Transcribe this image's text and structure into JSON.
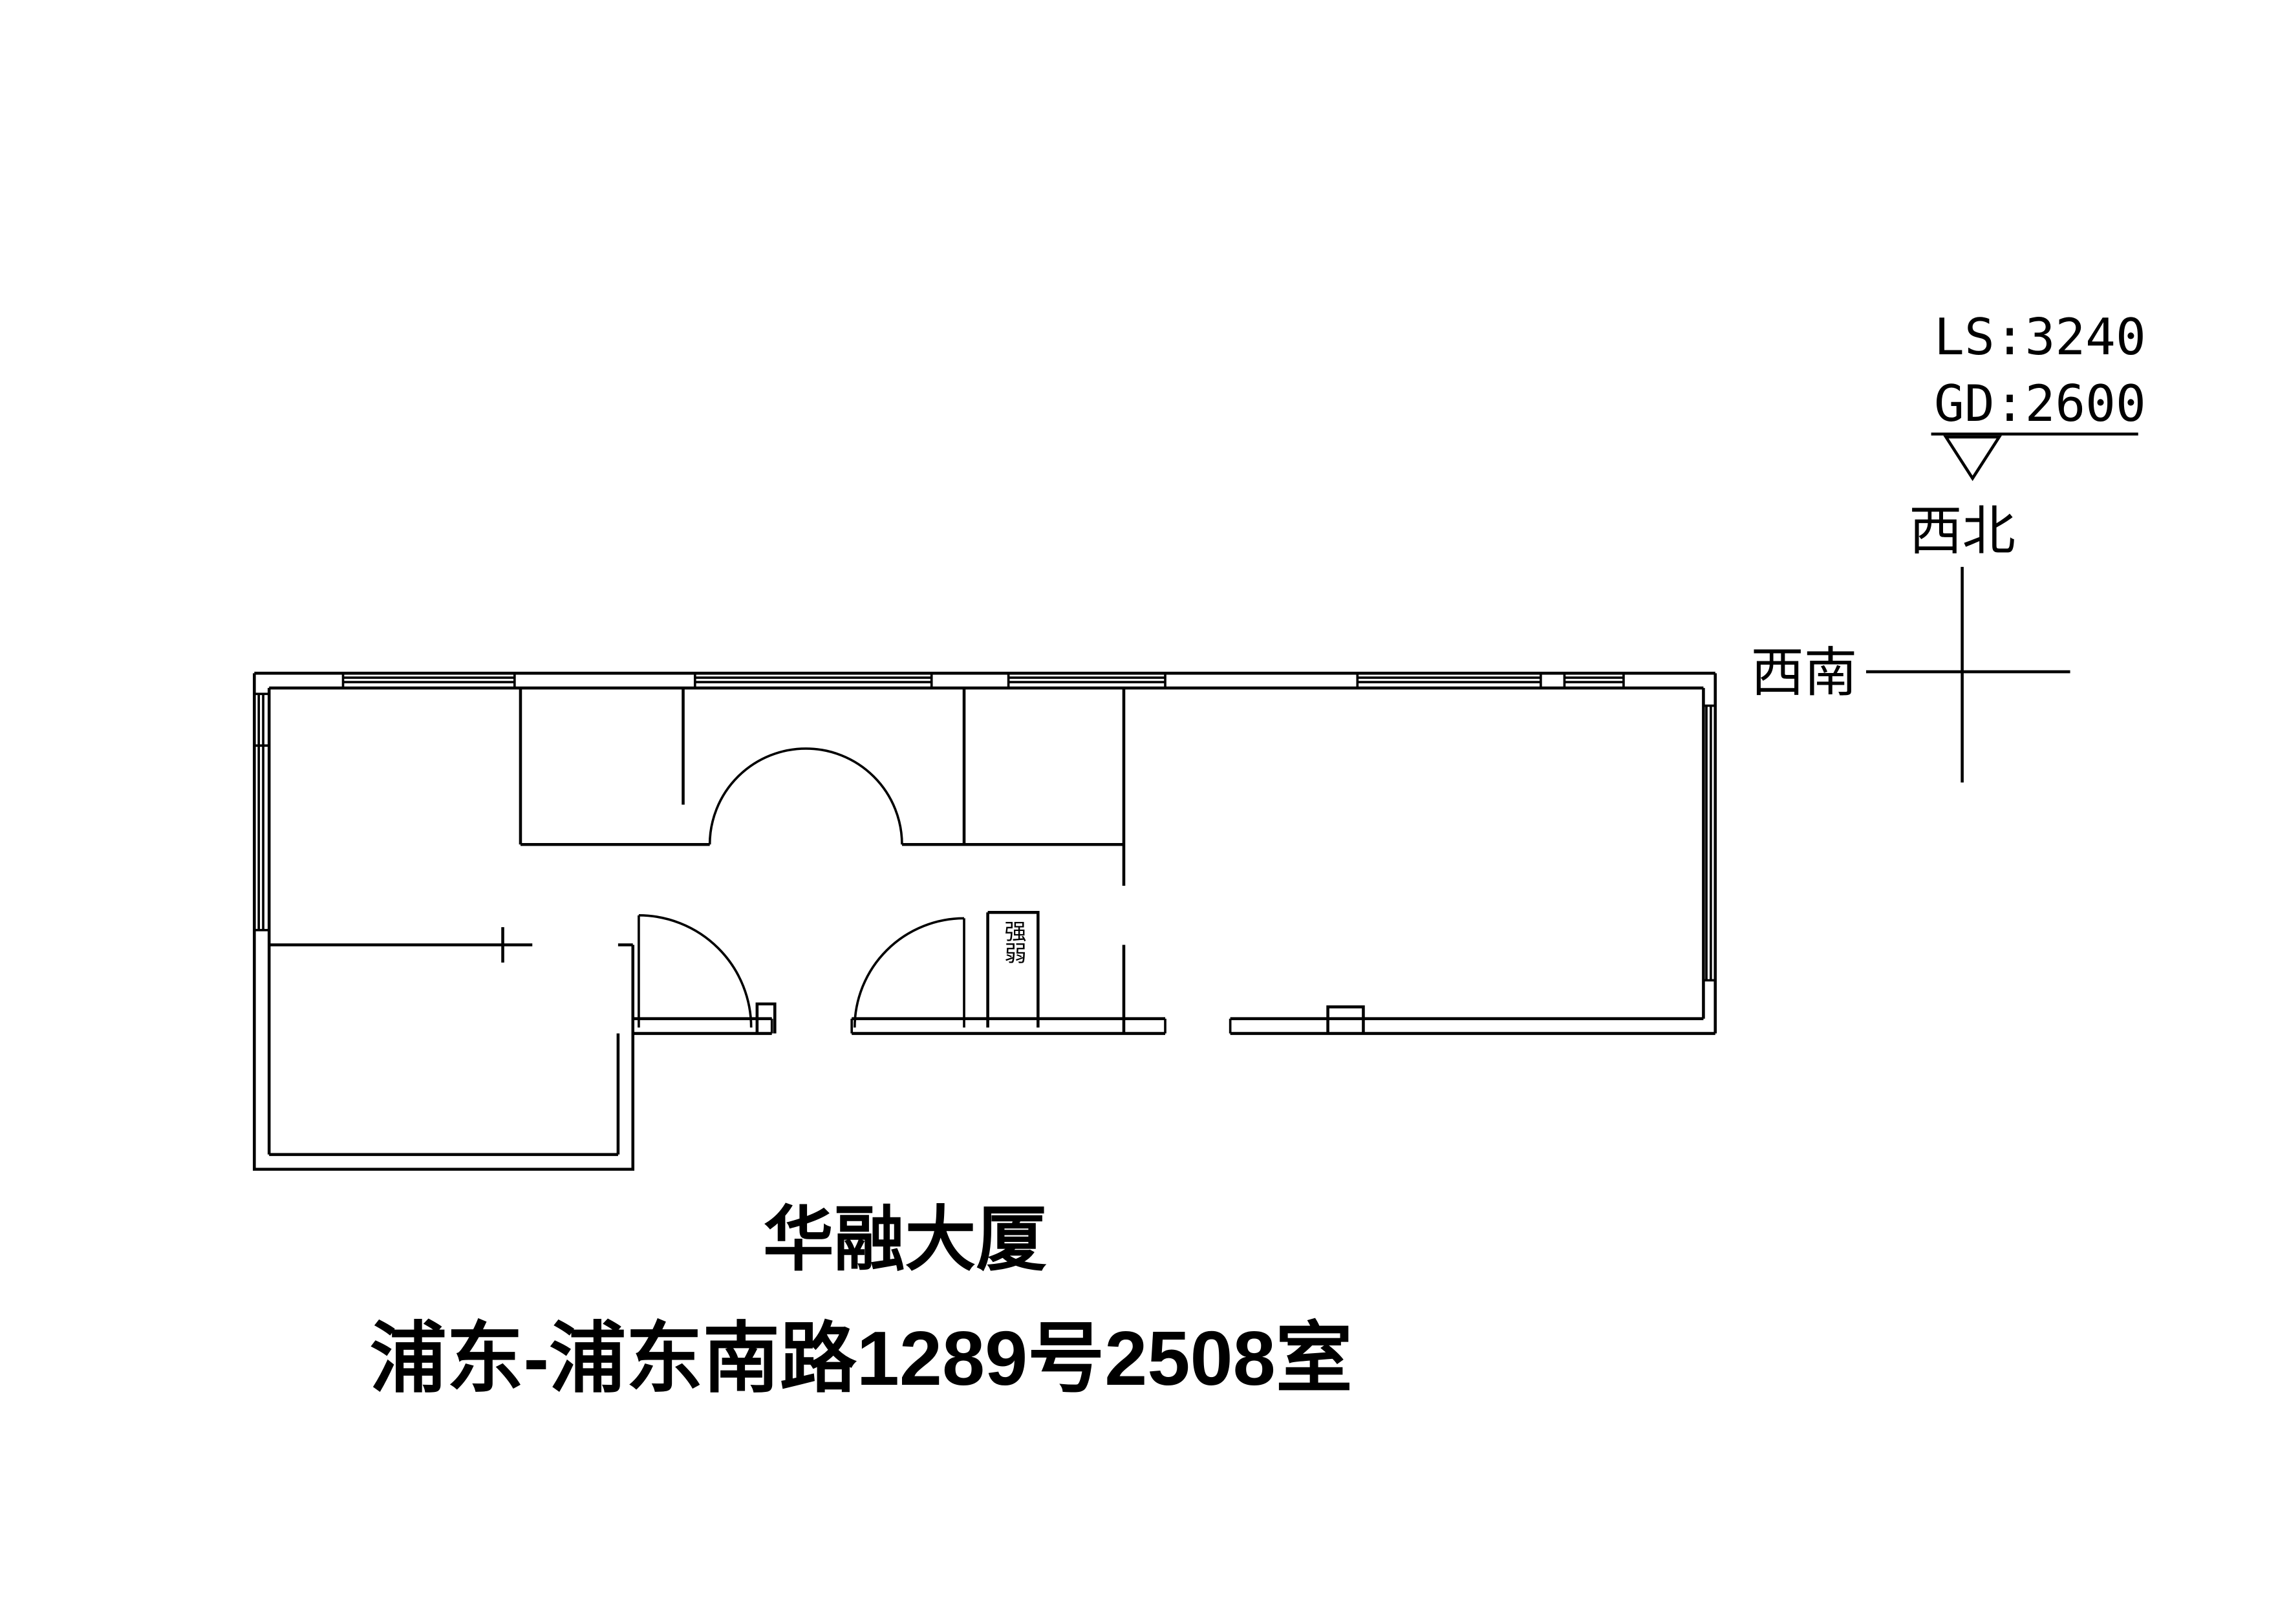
{
  "colors": {
    "line": "#000000",
    "background": "#ffffff"
  },
  "elevation_marker": {
    "ls": "LS:3240",
    "gd": "GD:2600"
  },
  "compass": {
    "northwest": "西北",
    "southwest": "西南"
  },
  "plan": {
    "closet_label": "强弱"
  },
  "caption": {
    "building_name": "华融大厦",
    "address": "浦东-浦东南路1289号2508室"
  }
}
